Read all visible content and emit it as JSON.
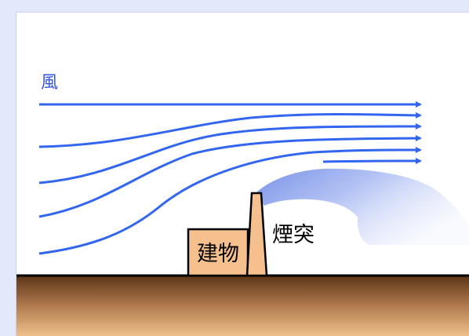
{
  "labels": {
    "wind": "風",
    "building": "建物",
    "chimney": "煙突"
  },
  "colors": {
    "background": "#e3e9fa",
    "panel": "#ffffff",
    "wind_line": "#3366ee",
    "wind_label": "#3355e6",
    "building_fill": "#f5c08e",
    "outline": "#000000",
    "ground_top": "#5c3418",
    "ground_bottom": "#efc08c",
    "smoke": "#7e96ea"
  },
  "icons": {
    "wind_arrowhead": "triangle-arrow-right"
  }
}
